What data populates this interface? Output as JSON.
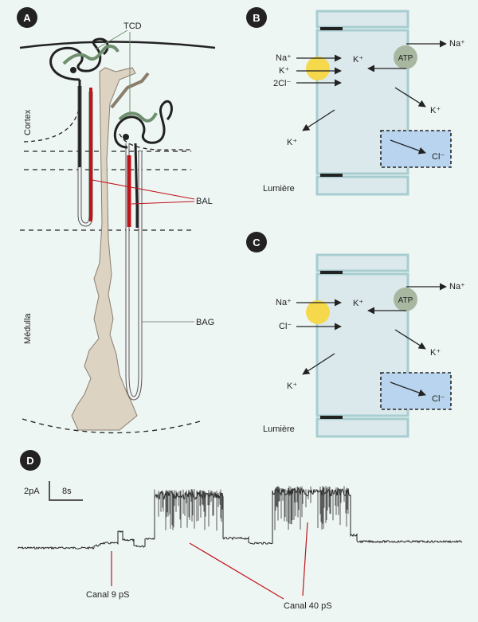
{
  "panels": {
    "a": {
      "letter": "A",
      "tcd": "TCD",
      "bal": "BAL",
      "bag": "BAG",
      "cortex": "Cortex",
      "medulla": "Médulla"
    },
    "b": {
      "letter": "B",
      "na_in": "Na⁺",
      "k_in": "K⁺",
      "cl_in": "2Cl⁻",
      "k_mid": "K⁺",
      "atp": "ATP",
      "na_out": "Na⁺",
      "k_baso": "K⁺",
      "k_lumen": "K⁺",
      "cl_baso": "Cl⁻",
      "lumen": "Lumière"
    },
    "c": {
      "letter": "C",
      "na_in": "Na⁺",
      "cl_in": "Cl⁻",
      "k_mid": "K⁺",
      "atp": "ATP",
      "na_out": "Na⁺",
      "k_baso": "K⁺",
      "k_lumen": "K⁺",
      "cl_baso": "Cl⁻",
      "lumen": "Lumière"
    },
    "d": {
      "letter": "D",
      "scale_current": "2pA",
      "scale_time": "8s",
      "canal_9": "Canal 9 pS",
      "canal_40": "Canal 40 pS"
    }
  },
  "colors": {
    "background": "#eef6f4",
    "badge": "#222222",
    "red": "#c0141b",
    "cell_border": "#a7cdd0",
    "cell_fill": "#dce9ec",
    "transporter": "#f5d84b",
    "atp": "#a8b8a0",
    "cl_channel": "#b8d4ee",
    "tubule_tan": "#ddd3c3",
    "tubule_green": "#6e8f6e"
  }
}
